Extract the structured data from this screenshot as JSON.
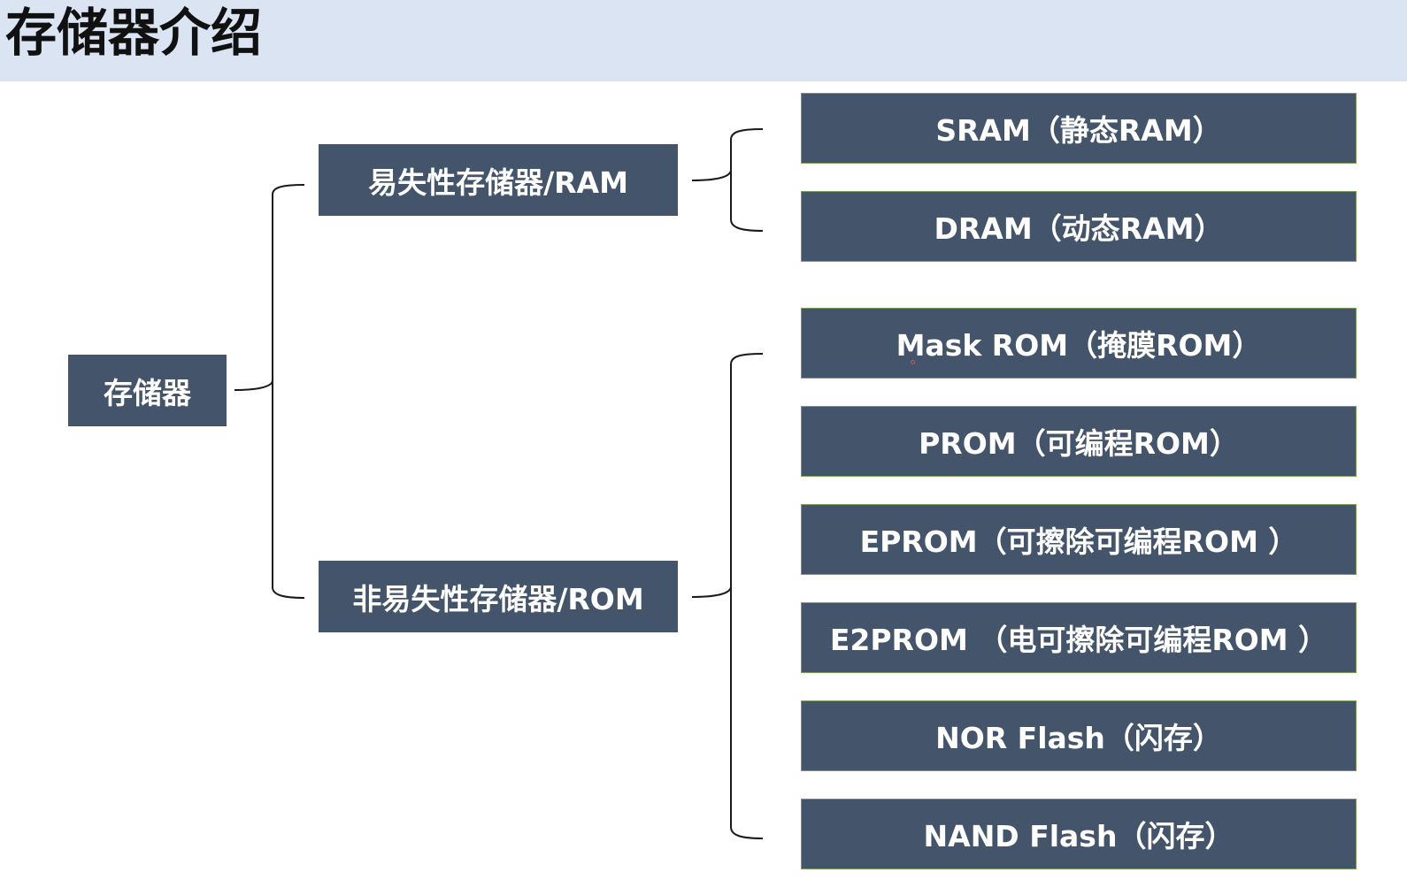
{
  "header": {
    "title": "存储器介绍"
  },
  "diagram": {
    "root": {
      "label": "存储器"
    },
    "categories": [
      {
        "label": "易失性存储器/RAM",
        "types": [
          "SRAM（静态RAM）",
          "DRAM（动态RAM）"
        ]
      },
      {
        "label": "非易失性存储器/ROM",
        "types": [
          "Mask ROM（掩膜ROM）",
          "PROM（可编程ROM）",
          "EPROM（可擦除可编程ROM ）",
          "E2PROM （电可擦除可编程ROM ）",
          "NOR Flash（闪存）",
          "NAND Flash（闪存）"
        ]
      }
    ]
  },
  "colors": {
    "header_bg": "#dbe4f3",
    "box_fill": "#44546a",
    "box_text": "#ffffff",
    "connector": "#1a1a1a"
  }
}
